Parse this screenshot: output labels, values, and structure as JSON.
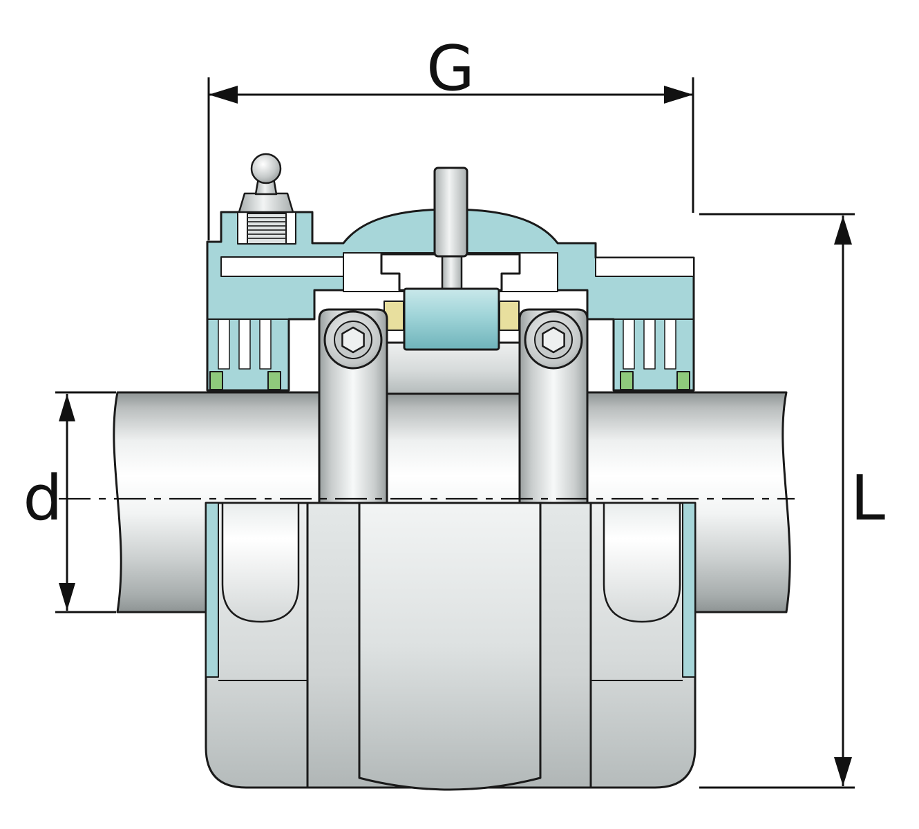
{
  "dimensions": {
    "g": {
      "label": "G"
    },
    "d": {
      "label": "d"
    },
    "l": {
      "label": "L"
    }
  },
  "colors": {
    "housing_teal": "#a7d6d9",
    "roller_teal": "#9fd4d8",
    "seal_green": "#8fc97c",
    "cage_yellow": "#e8df9e",
    "metal_light": "#f2f4f4",
    "metal_dark": "#9aa0a0",
    "outline": "#1a1a1a",
    "background": "#ffffff"
  }
}
